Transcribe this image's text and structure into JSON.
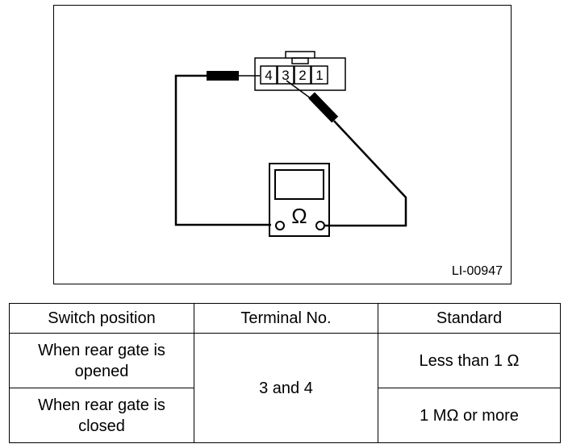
{
  "figure": {
    "figure_id": "LI-00947",
    "connector_pins": [
      "4",
      "3",
      "2",
      "1"
    ],
    "meter_symbol": "Ω"
  },
  "table": {
    "headers": [
      "Switch position",
      "Terminal No.",
      "Standard"
    ],
    "rows": [
      {
        "switch_position": "When rear gate is opened",
        "terminal": "3 and 4",
        "standard": "Less than 1 Ω"
      },
      {
        "switch_position": "When rear gate is closed",
        "terminal": "3 and 4",
        "standard": "1 MΩ or more"
      }
    ]
  }
}
